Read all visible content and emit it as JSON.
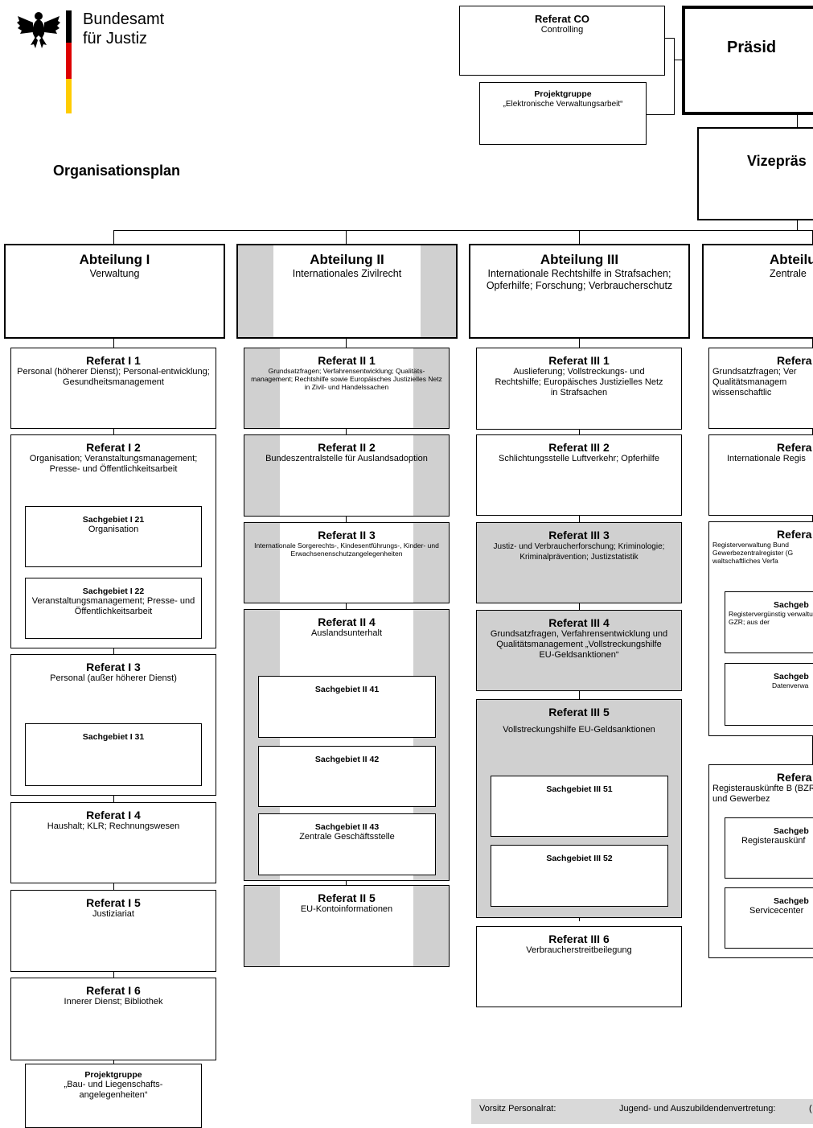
{
  "header": {
    "org_line1": "Bundesamt",
    "org_line2": "für Justiz",
    "plan_title": "Organisationsplan",
    "colors": {
      "flag_black": "#000000",
      "flag_red": "#dd0000",
      "flag_gold": "#ffcc00"
    }
  },
  "top": {
    "praesident": "Präsid",
    "vizepraesident": "Vizepräs",
    "referat_co": {
      "title": "Referat CO",
      "desc": "Controlling"
    },
    "projektgruppe": {
      "title": "Projektgruppe",
      "desc": "„Elektronische Verwaltungsarbeit“"
    }
  },
  "abt1": {
    "title": "Abteilung I",
    "desc": "Verwaltung",
    "r1": {
      "title": "Referat I 1",
      "desc": "Personal (höherer Dienst); Personal-entwicklung; Gesundheitsmanagement"
    },
    "r2": {
      "title": "Referat I 2",
      "desc": "Organisation; Veranstaltungsmanagement; Presse- und Öffentlichkeitsarbeit"
    },
    "sg21": {
      "title": "Sachgebiet I 21",
      "desc": "Organisation"
    },
    "sg22": {
      "title": "Sachgebiet I 22",
      "desc": "Veranstaltungsmanagement; Presse- und Öffentlichkeitsarbeit"
    },
    "r3": {
      "title": "Referat I 3",
      "desc": "Personal (außer höherer Dienst)"
    },
    "sg31": {
      "title": "Sachgebiet I 31"
    },
    "r4": {
      "title": "Referat I 4",
      "desc": "Haushalt; KLR; Rechnungswesen"
    },
    "r5": {
      "title": "Referat I 5",
      "desc": "Justiziariat"
    },
    "r6": {
      "title": "Referat I 6",
      "desc": "Innerer Dienst; Bibliothek"
    },
    "pg": {
      "title": "Projektgruppe",
      "desc": "„Bau- und Liegenschafts-angelegenheiten“"
    }
  },
  "abt2": {
    "title": "Abteilung II",
    "desc": "Internationales Zivilrecht",
    "r1": {
      "title": "Referat II 1",
      "desc": "Grundsatzfragen; Verfahrensentwicklung; Qualitäts-management; Rechtshilfe sowie Europäisches Justizielles Netz in Zivil- und Handelssachen"
    },
    "r2": {
      "title": "Referat II 2",
      "desc": "Bundeszentralstelle für Auslandsadoption"
    },
    "r3": {
      "title": "Referat II 3",
      "desc": "Internationale Sorgerechts-, Kindesentführungs-, Kinder- und Erwachsenenschutzangelegenheiten"
    },
    "r4": {
      "title": "Referat II 4",
      "desc": "Auslandsunterhalt"
    },
    "sg41": {
      "title": "Sachgebiet II 41"
    },
    "sg42": {
      "title": "Sachgebiet II 42"
    },
    "sg43": {
      "title": "Sachgebiet II 43",
      "desc": "Zentrale Geschäftsstelle"
    },
    "r5": {
      "title": "Referat II 5",
      "desc": "EU-Kontoinformationen"
    }
  },
  "abt3": {
    "title": "Abteilung III",
    "desc": "Internationale Rechtshilfe in Strafsachen; Opferhilfe; Forschung; Verbraucherschutz",
    "r1": {
      "title": "Referat III 1",
      "desc": "Auslieferung; Vollstreckungs- und Rechtshilfe; Europäisches Justizielles Netz in Strafsachen"
    },
    "r2": {
      "title": "Referat III 2",
      "desc": "Schlichtungsstelle Luftverkehr; Opferhilfe"
    },
    "r3": {
      "title": "Referat III 3",
      "desc": "Justiz- und Verbraucherforschung; Kriminologie; Kriminalprävention; Justizstatistik"
    },
    "r4": {
      "title": "Referat III 4",
      "desc": "Grundsatzfragen, Verfahrensentwicklung und Qualitätsmanagement „Vollstreckungshilfe EU-Geldsanktionen“"
    },
    "r5": {
      "title": "Referat III 5",
      "desc": "Vollstreckungshilfe EU-Geldsanktionen"
    },
    "sg51": {
      "title": "Sachgebiet III 51"
    },
    "sg52": {
      "title": "Sachgebiet III 52"
    },
    "r6": {
      "title": "Referat III 6",
      "desc": "Verbraucherstreitbeilegung"
    }
  },
  "abt4": {
    "title": "Abteilu",
    "desc": "Zentrale",
    "r1": {
      "title": "Refera",
      "desc": "Grundsatzfragen; Ver Qualitätsmanagem wissenschaftlic"
    },
    "r2": {
      "title": "Refera",
      "desc": "Internationale Regis"
    },
    "r3": {
      "title": "Refera",
      "desc": "Registerverwaltung Bund Gewerbezentralregister (G waltschaftliches Verfa"
    },
    "sg_a": {
      "title": "Sachgeb",
      "desc": "Registervergünstig verwaltung GZR; aus der"
    },
    "sg_b": {
      "title": "Sachgeb",
      "desc": "Datenverwa"
    },
    "r4": {
      "title": "Refera",
      "desc": "Registerauskünfte B (BZR) und Gewerbez"
    },
    "sg_c": {
      "title": "Sachgeb",
      "desc": "Registerauskünf"
    },
    "sg_d": {
      "title": "Sachgeb",
      "desc": "Servicecenter"
    }
  },
  "footer": {
    "vorsitz": "Vorsitz Personalrat:",
    "jugend": "Jugend- und Auszubildendenvertretung:",
    "extra": "("
  }
}
